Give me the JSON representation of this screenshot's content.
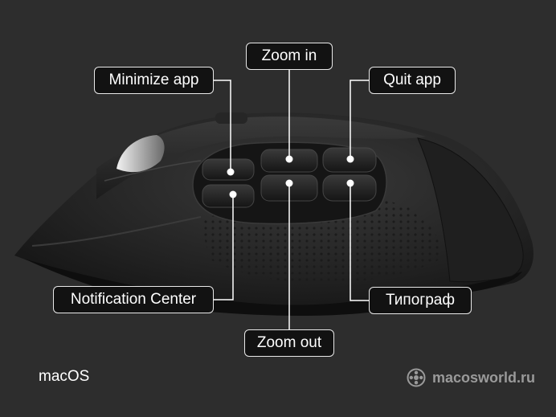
{
  "labels": {
    "zoom_in": "Zoom in",
    "minimize_app": "Minimize app",
    "quit_app": "Quit app",
    "notification_center": "Notification Center",
    "typograph": "Типограф",
    "zoom_out": "Zoom out"
  },
  "footer": {
    "os": "macOS",
    "site": "macosworld.ru",
    "logo_icon": "macosworld-logo-icon"
  },
  "colors": {
    "background": "#2d2d2d",
    "callout_fill": "#121212",
    "callout_border": "#e9e9e9",
    "leader_line": "#ffffff",
    "brand_text": "#9a9a9a"
  }
}
